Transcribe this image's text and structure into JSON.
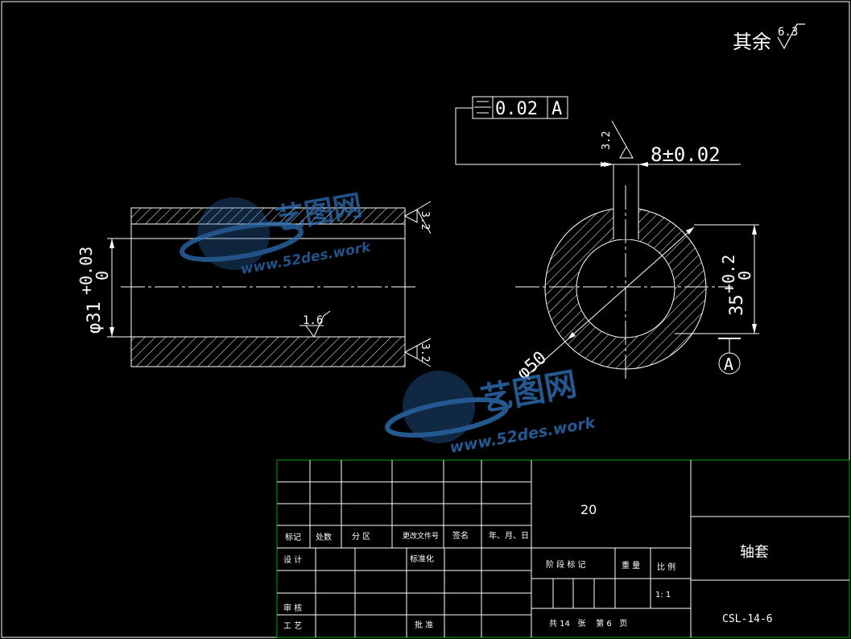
{
  "colors": {
    "background": "#000000",
    "line": "#ffffff",
    "frame_green": "#00a800",
    "watermark": "#2e6fb5"
  },
  "roughness": {
    "general": "其余",
    "general_value": "6.3",
    "keyway_side": "3.2",
    "end_top": "3.2",
    "end_bottom": "3.2",
    "bore": "1.6"
  },
  "tolerance_frame": {
    "symbol": "symmetry-icon",
    "value": "0.02",
    "datum": "A"
  },
  "dimensions": {
    "keyway_width": "8±0.02",
    "bore_diameter": "φ31",
    "bore_tol_upper": "+0.03",
    "bore_tol_lower": "0",
    "outer_diameter": "φ50",
    "keyway_depth": "35",
    "keyway_tol_upper": "+0.2",
    "keyway_tol_lower": "0"
  },
  "datum_label": "A",
  "watermark": {
    "brand": "艺图网",
    "url": "www.52des.work"
  },
  "title_block": {
    "material": "20",
    "part_name": "轴套",
    "drawing_number": "CSL-14-6",
    "scale": "1: 1",
    "headers": {
      "mark": "标记",
      "count": "处数",
      "zone": "分 区",
      "change_doc": "更改文件号",
      "sign": "签名",
      "date": "年、月、日",
      "design": "设 计",
      "standardization": "标准化",
      "stage_mark": "阶 段 标 记",
      "weight": "重 量",
      "scale_label": "比 例",
      "review": "审 核",
      "process": "工 艺",
      "approve": "批 准",
      "sheets": "共 14   张    第 6   页"
    }
  }
}
